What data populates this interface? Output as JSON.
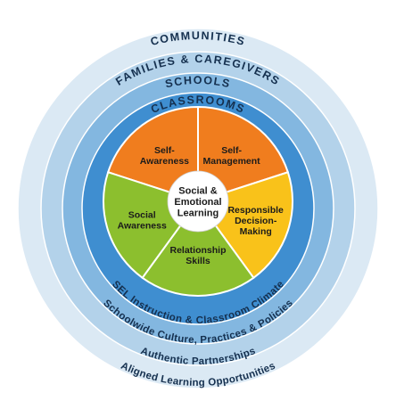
{
  "rings": {
    "communities": {
      "label": "COMMUNITIES",
      "color": "#dbe9f4"
    },
    "families": {
      "label": "FAMILIES & CAREGIVERS",
      "color": "#b3d2ea"
    },
    "schools": {
      "label": "SCHOOLS",
      "color": "#83b7e0"
    },
    "classrooms": {
      "label": "CLASSROOMS",
      "color": "#3f8ed0"
    }
  },
  "bottom_labels": {
    "sel_instruction": "SEL Instruction & Classroom Climate",
    "schoolwide": "Schoolwide Culture, Practices & Policies",
    "partnerships": "Authentic Partnerships",
    "opportunities": "Aligned Learning Opportunities"
  },
  "center": {
    "lines": [
      "Social &",
      "Emotional",
      "Learning"
    ],
    "color": "#ffffff"
  },
  "competencies": [
    {
      "lines": [
        "Self-",
        "Awareness"
      ],
      "color": "#f07d1e"
    },
    {
      "lines": [
        "Self-",
        "Management"
      ],
      "color": "#f07d1e"
    },
    {
      "lines": [
        "Responsible",
        "Decision-",
        "Making"
      ],
      "color": "#f9c21a"
    },
    {
      "lines": [
        "Relationship",
        "Skills"
      ],
      "color": "#8cbf2e"
    },
    {
      "lines": [
        "Social",
        "Awareness"
      ],
      "color": "#8cbf2e"
    }
  ]
}
